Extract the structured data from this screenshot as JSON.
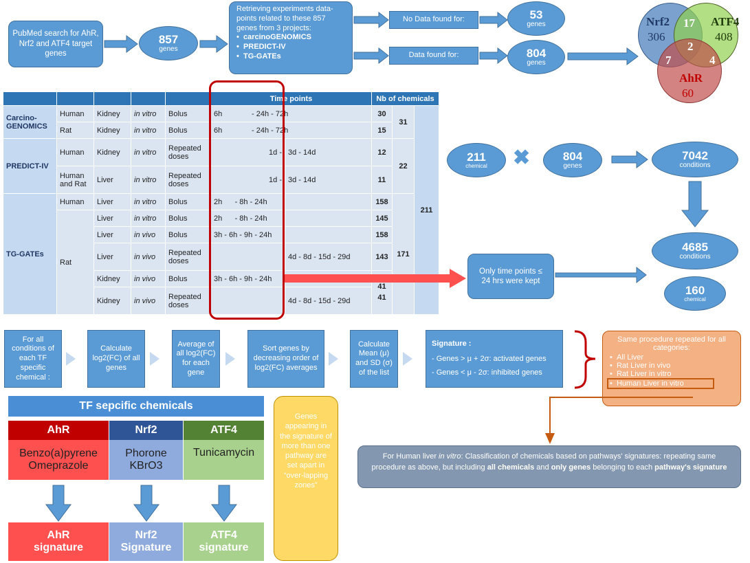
{
  "flow_top": {
    "pubmed": "PubMed search for AhR, Nrf2 and ATF4 target genes",
    "genes_count": "857",
    "genes_label": "genes",
    "retrieve_text": "Retrieving experiments data-points related to these 857 genes from 3 projects:",
    "projects": [
      "carcinoGENOMICS",
      "PREDICT-IV",
      "TG-GATEs"
    ],
    "no_data_label": "No Data found for:",
    "no_data_count": "53",
    "data_label": "Data found for:",
    "data_count": "804"
  },
  "venn": {
    "nrf2_label": "Nrf2",
    "nrf2_count": "306",
    "atf4_label": "ATF4",
    "atf4_count": "408",
    "ahr_label": "AhR",
    "ahr_count": "60",
    "nrf2_atf4": "17",
    "nrf2_ahr": "7",
    "atf4_ahr": "4",
    "all": "2"
  },
  "table": {
    "header_time": "Time   points",
    "header_nb": "Nb of chemicals",
    "groups": {
      "carcino": "Carcino-GENOMICS",
      "predict": "PREDICT-IV",
      "tggates": "TG-GATEs"
    },
    "rows": [
      {
        "species": "Human",
        "organ": "Kidney",
        "mode": "in vitro",
        "dose": "Bolus",
        "time_a": "6h              - 24h - 72h",
        "time_b": "",
        "nb": "30"
      },
      {
        "species": "Rat",
        "organ": "Kidney",
        "mode": "in vitro",
        "dose": "Bolus",
        "time_a": "6h              - 24h - 72h",
        "time_b": "",
        "nb": "15"
      },
      {
        "species": "Human",
        "organ": "Kidney",
        "mode": "in vitro",
        "dose": "Repeated doses",
        "time_a": "1d -",
        "time_b": "3d - 14d",
        "nb": "12"
      },
      {
        "species": "Human and Rat",
        "organ": "Liver",
        "mode": "in vitro",
        "dose": "Repeated doses",
        "time_a": "1d -",
        "time_b": "3d - 14d",
        "nb": "11"
      },
      {
        "species": "Human",
        "organ": "Liver",
        "mode": "in vitro",
        "dose": "Bolus",
        "time_a": "2h      - 8h - 24h",
        "time_b": "",
        "nb": "158"
      },
      {
        "species": "",
        "organ": "Liver",
        "mode": "in vitro",
        "dose": "Bolus",
        "time_a": "2h      - 8h - 24h",
        "time_b": "",
        "nb": "145"
      },
      {
        "species": "",
        "organ": "Liver",
        "mode": "in vivo",
        "dose": "Bolus",
        "time_a": "3h - 6h - 9h - 24h",
        "time_b": "",
        "nb": "158"
      },
      {
        "species": "",
        "organ": "Liver",
        "mode": "in vivo",
        "dose": "Repeated doses",
        "time_a": "",
        "time_b": "4d - 8d - 15d - 29d",
        "nb": "143"
      },
      {
        "species": "",
        "organ": "Kidney",
        "mode": "in vivo",
        "dose": "Bolus",
        "time_a": "3h - 6h - 9h - 24h",
        "time_b": "",
        "nb": "41"
      },
      {
        "species": "",
        "organ": "Kidney",
        "mode": "in vivo",
        "dose": "Repeated doses",
        "time_a": "",
        "time_b": "4d - 8d - 15d - 29d",
        "nb": "41"
      }
    ],
    "rat": "Rat",
    "sub_carcino": "31",
    "sub_predict": "22",
    "sub_tggates": "171",
    "total": "211"
  },
  "flow_mid": {
    "chemical_count": "211",
    "chemical_label": "chemical",
    "times": "✖",
    "genes_count": "804",
    "genes_label": "genes",
    "conditions_count": "7042",
    "conditions_label": "conditions",
    "kept_text": "Only time points ≤ 24 hrs were kept",
    "conditions2_count": "4685",
    "conditions2_label": "conditions",
    "chemical2_count": "160",
    "chemical2_label": "chemical"
  },
  "steps": [
    "For all conditions of each TF specific chemical :",
    "Calculate log2(FC) of all genes",
    "Average of all log2(FC) for each gene",
    "Sort genes by decreasing order of log2(FC) averages",
    "Calculate Mean (μ) and SD (σ) of the list"
  ],
  "signature": {
    "title": "Signature :",
    "line1": "- Genes > μ + 2σ: activated genes",
    "line2": "- Genes < μ - 2σ: inhibited genes"
  },
  "procedure": {
    "title": "Same procedure repeated  for all categories:",
    "items": [
      "All Liver",
      "Rat Liver in vivo",
      "Rat Liver in vitro",
      "Human Liver in vitro"
    ]
  },
  "human_box": {
    "prefix": "For Human liver ",
    "emph": "in vitro",
    "rest": ":  Classification of chemicals based on pathways' signatures: repeating same procedure as above, but including ",
    "b1": "all chemicals",
    "mid": "  and ",
    "b2": "only genes",
    "tail": " belonging to each ",
    "b3": "pathway's signature"
  },
  "tf_table": {
    "title": "TF sepcific chemicals",
    "cols": [
      {
        "name": "AhR",
        "chemicals": "Benzo(a)pyrene Omeprazole",
        "signature": "AhR signature",
        "head": "#c00000",
        "body": "#ff5050",
        "sig": "#ff5050"
      },
      {
        "name": "Nrf2",
        "chemicals": "Phorone KBrO3",
        "signature": "Nrf2 Signature",
        "head": "#2f5597",
        "body": "#8faadc",
        "sig": "#8faadc"
      },
      {
        "name": "ATF4",
        "chemicals": "Tunicamycin",
        "signature": "ATF4 signature",
        "head": "#548235",
        "body": "#a9d18e",
        "sig": "#a9d18e"
      }
    ]
  },
  "yellow_note": "Genes appearing in the signature of more than one pathway are set apart in “over-lapping zones”"
}
